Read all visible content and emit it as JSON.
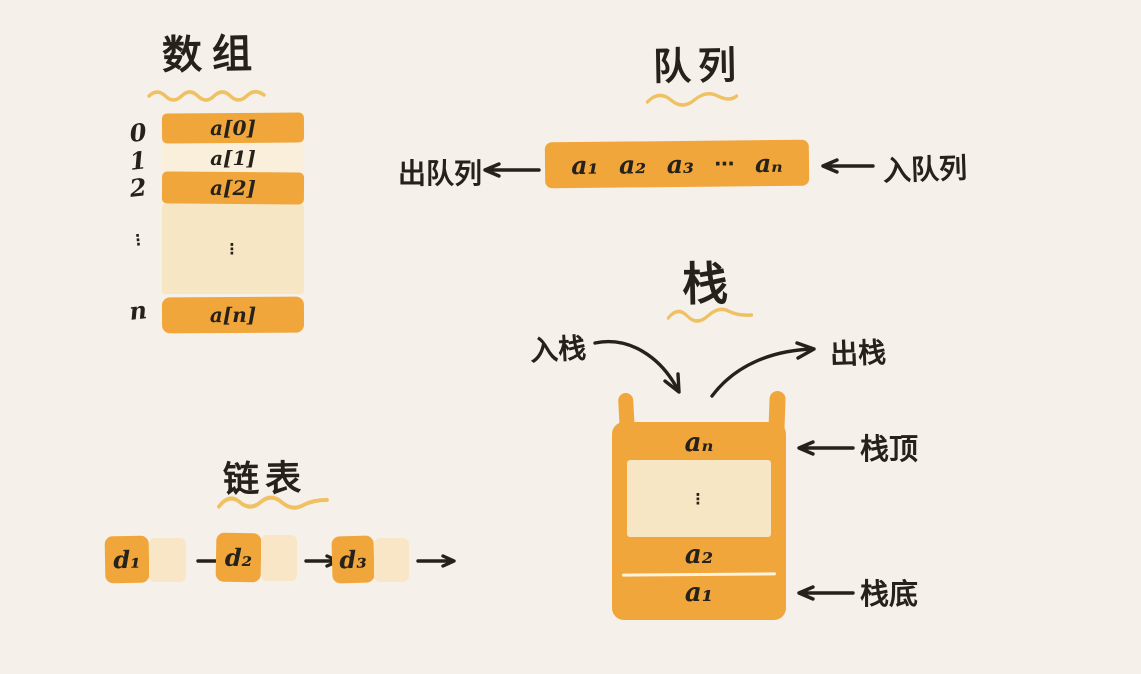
{
  "colors": {
    "bg": "#F5F1EA",
    "orange": "#F1A63B",
    "cream": "#F7E6C3",
    "cream-light": "#FAEFDB",
    "pointer": "#F9E6C6",
    "squiggle": "#F0C163",
    "line": "#FCF3E1",
    "ink": "#25211B"
  },
  "array": {
    "title": "数组",
    "indices": [
      "0",
      "1",
      "2",
      "⋮",
      "n"
    ],
    "cells": [
      "a[0]",
      "a[1]",
      "a[2]",
      "⋮",
      "a[n]"
    ]
  },
  "queue": {
    "title": "队列",
    "items": [
      "a₁",
      "a₂",
      "a₃",
      "⋯",
      "aₙ"
    ],
    "dequeue_label": "出队列",
    "enqueue_label": "入队列"
  },
  "stack": {
    "title": "栈",
    "push_label": "入栈",
    "pop_label": "出栈",
    "top_label": "栈顶",
    "bottom_label": "栈底",
    "cells": [
      "aₙ",
      "⋮",
      "a₂",
      "a₁"
    ]
  },
  "linked_list": {
    "title": "链表",
    "nodes": [
      "d₁",
      "d₂",
      "d₃"
    ]
  }
}
